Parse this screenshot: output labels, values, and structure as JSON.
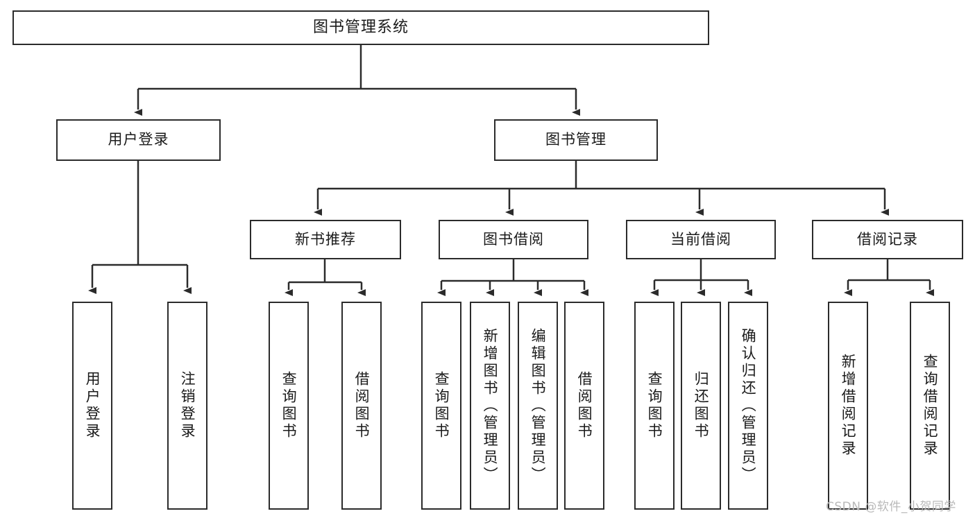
{
  "diagram": {
    "title": "图书管理系统",
    "watermark": "CSDN @软件_小贺同学",
    "colors": {
      "stroke": "#2b2b2b",
      "fill": "#ffffff",
      "text": "#1a1a1a",
      "watermark": "#b9b9b9"
    },
    "levels": {
      "root": {
        "label": "图书管理系统"
      },
      "level2": [
        {
          "label": "用户登录"
        },
        {
          "label": "图书管理"
        }
      ],
      "level3": [
        {
          "label": "新书推荐"
        },
        {
          "label": "图书借阅"
        },
        {
          "label": "当前借阅"
        },
        {
          "label": "借阅记录"
        }
      ],
      "leaves": {
        "user_login": [
          {
            "label": "用户登录"
          },
          {
            "label": "注销登录"
          }
        ],
        "new_book": [
          {
            "label": "查询图书"
          },
          {
            "label": "借阅图书"
          }
        ],
        "borrow_book": [
          {
            "label": "查询图书"
          },
          {
            "label": "新增图书（管理员）"
          },
          {
            "label": "编辑图书（管理员）"
          },
          {
            "label": "借阅图书"
          }
        ],
        "current_borrow": [
          {
            "label": "查询图书"
          },
          {
            "label": "归还图书"
          },
          {
            "label": "确认归还（管理员）"
          }
        ],
        "borrow_record": [
          {
            "label": "新增借阅记录"
          },
          {
            "label": "查询借阅记录"
          }
        ]
      }
    }
  }
}
